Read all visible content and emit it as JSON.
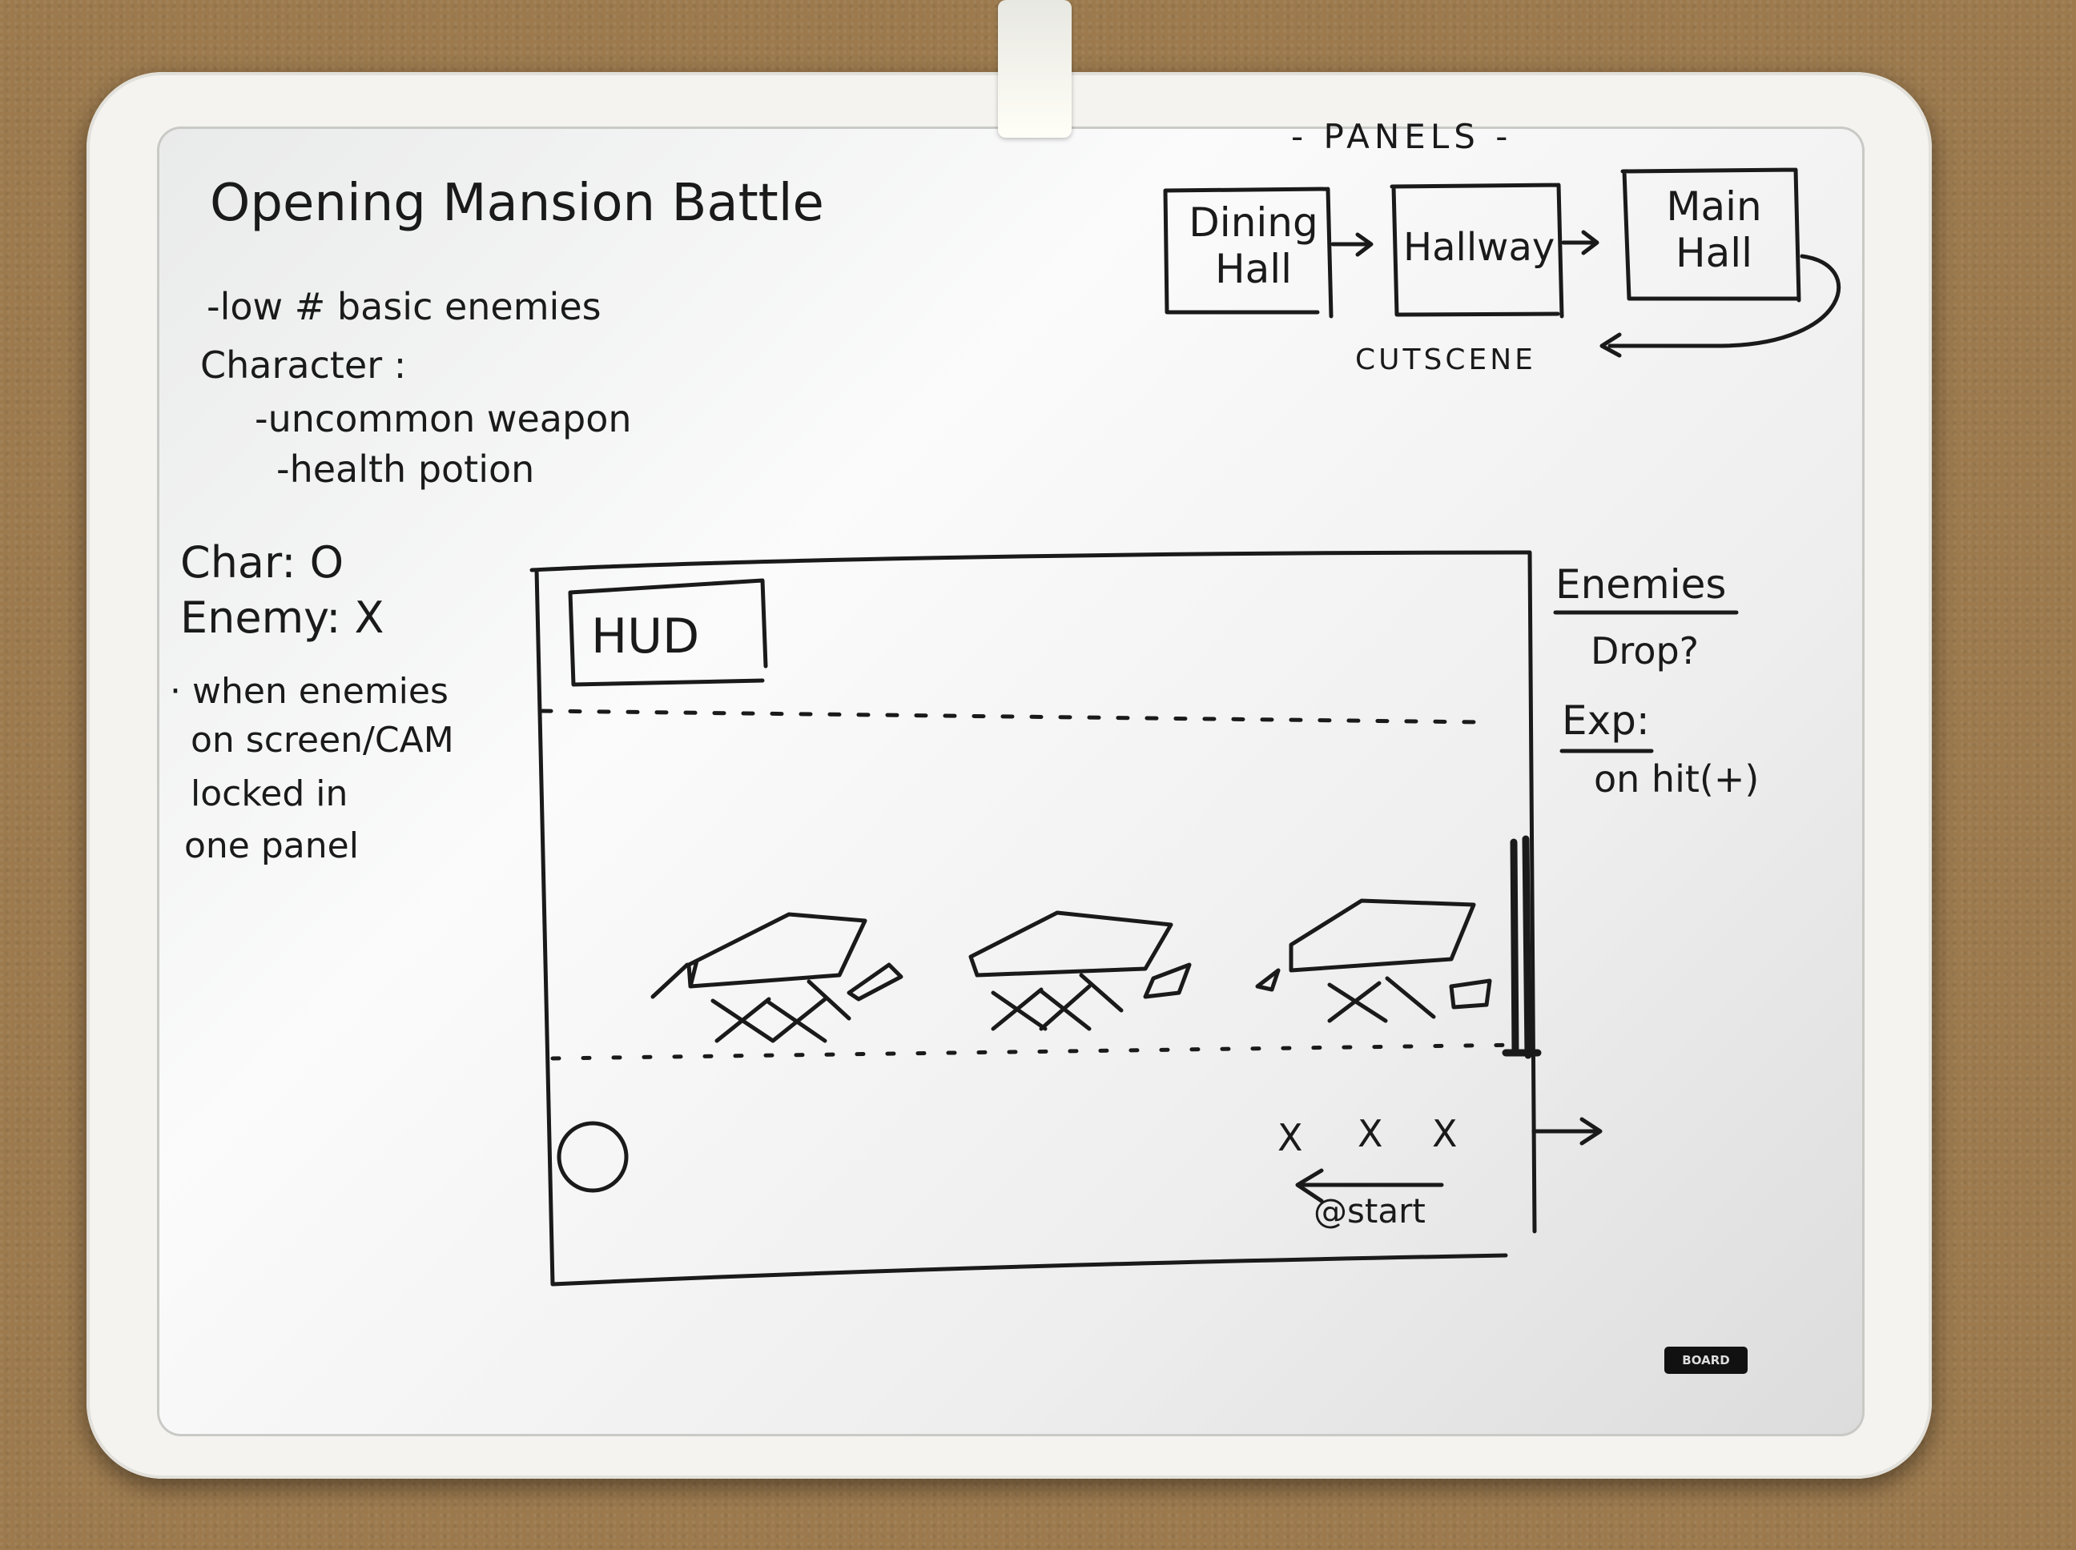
{
  "board": {
    "title": "Opening Mansion Battle",
    "notes": [
      "-low # basic enemies",
      "Character :",
      "-uncommon weapon",
      "-health potion"
    ],
    "legend": {
      "char": "Char: O",
      "enemy": "Enemy: X"
    },
    "camera_note": [
      "· when enemies",
      "on screen/CAM",
      "locked in",
      "one panel"
    ],
    "panels_header": "- PANELS -",
    "panels": [
      "Dining Hall",
      "Hallway",
      "Main Hall"
    ],
    "cutscene_label": "CUTSCENE",
    "hud_label": "HUD",
    "enemies_heading": "Enemies",
    "drop_label": "Drop?",
    "exp_heading": "Exp:",
    "exp_value": "on hit(+)",
    "start_label": "@start",
    "enemy_marks": [
      "X",
      "X",
      "X"
    ],
    "brand": "BOARD"
  }
}
